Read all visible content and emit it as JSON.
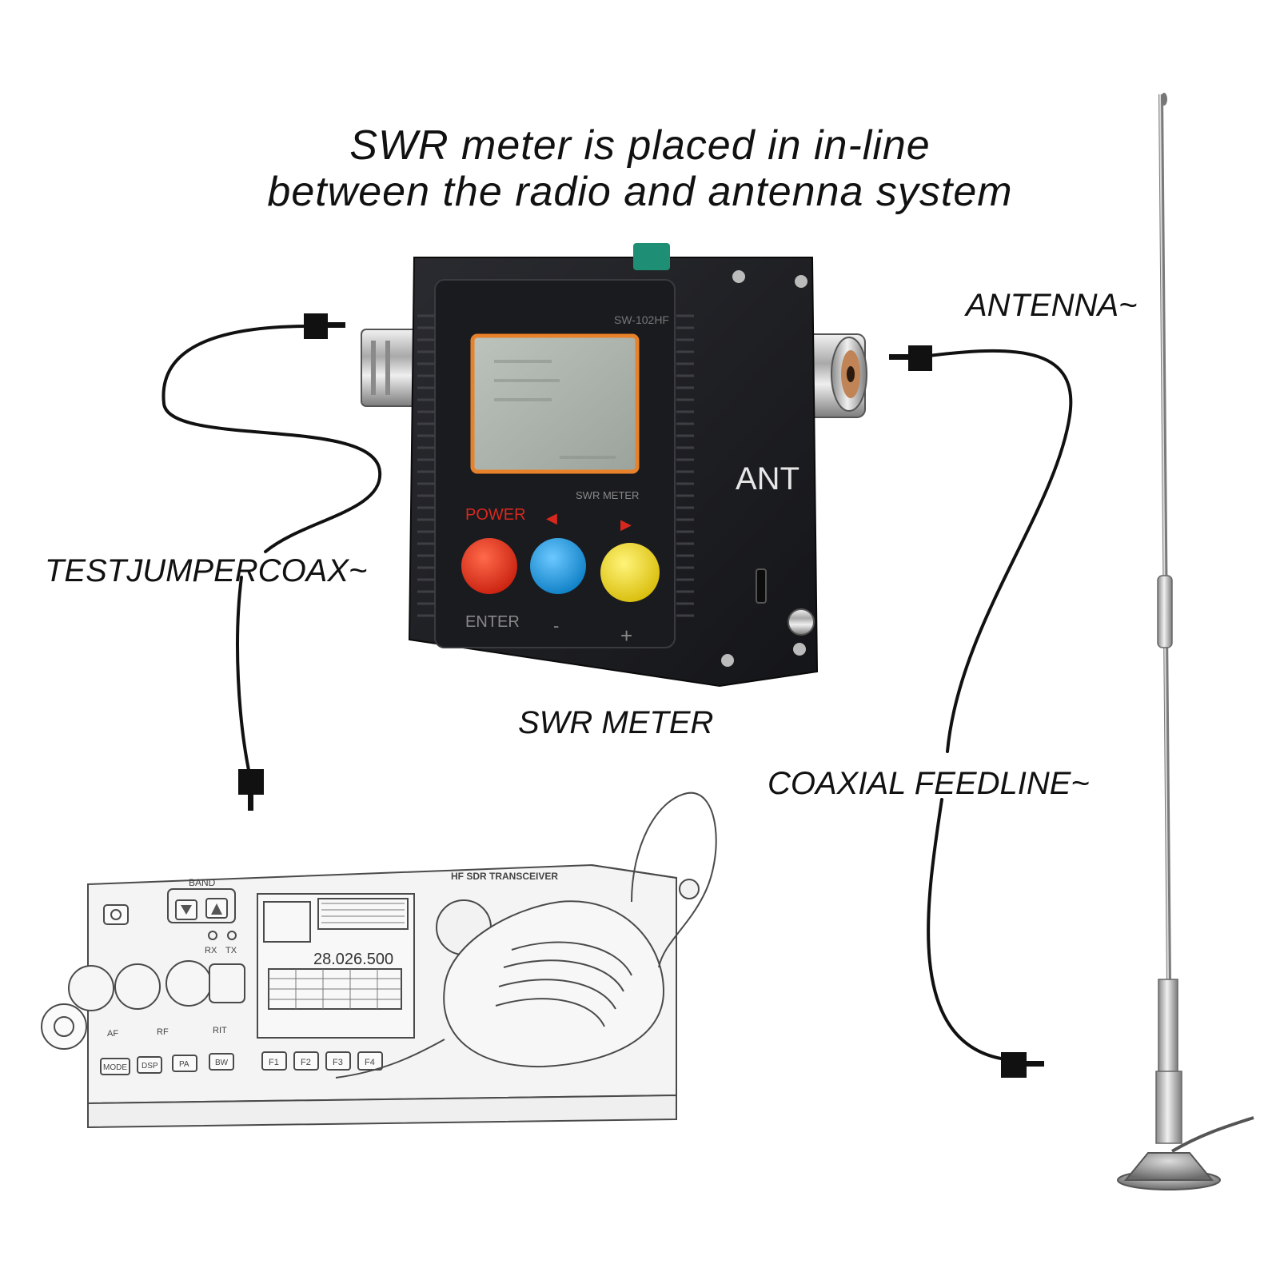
{
  "title": {
    "line1": "SWR meter is placed in in-line",
    "line2": "between the radio and antenna system"
  },
  "labels": {
    "antenna": "ANTENNA~",
    "test_jumper": "TESTJUMPERCOAX~",
    "swr_meter": "SWR METER",
    "coaxial_feedline": "COAXIAL FEEDLINE~"
  },
  "meter": {
    "model": "SW-102HF",
    "power": "POWER",
    "enter": "ENTER",
    "minus": "-",
    "plus": "+",
    "swr_meter_label": "SWR METER",
    "ant": "ANT",
    "left_arrow": "◀",
    "right_arrow": "▶"
  },
  "radio": {
    "band": "BAND",
    "header": "HF SDR TRANSCEIVER",
    "freq": "28.026.500",
    "rx": "RX",
    "tx": "TX",
    "af": "AF",
    "rf": "RF",
    "rit": "RIT",
    "mode": "MODE",
    "dsp": "DSP",
    "pa": "PA",
    "bw": "BW",
    "f1": "F1",
    "f2": "F2",
    "f3": "F3",
    "f4": "F4"
  },
  "colors": {
    "meter_body": "#1d1e22",
    "lcd_border": "#e8822a",
    "button_red": "#e8321e",
    "button_blue": "#1e9ee8",
    "button_yellow": "#f2dc14",
    "power_text": "#d8281e"
  }
}
